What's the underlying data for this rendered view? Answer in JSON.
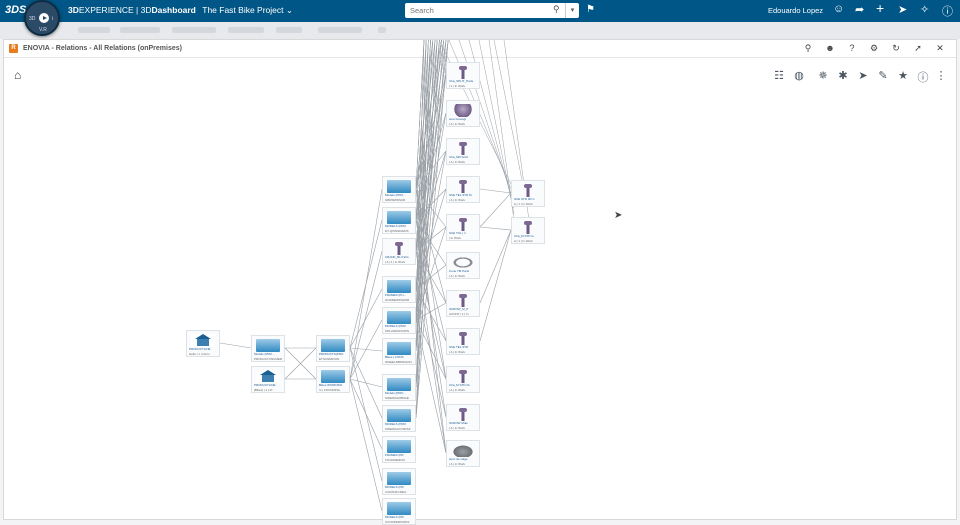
{
  "topbar": {
    "logo": "3DS",
    "brand_bold": "3D",
    "brand_mid": "EXPERIENCE | 3D",
    "brand_app": "Dashboard",
    "project": "The Fast Bike Project",
    "project_caret": "⌄",
    "search_placeholder": "Search",
    "user_name": "Edouardo Lopez",
    "compass_version": "V.R",
    "compass_left": "3D",
    "compass_right": "i"
  },
  "panel": {
    "title": "ENOVIA - Relations - All Relations (onPremises)",
    "app_icon_letter": "R"
  },
  "colors": {
    "topbar": "#005686",
    "accent": "#1c5a92",
    "part": "#6e5a84"
  },
  "graph": {
    "nodes": [
      {
        "id": "n0",
        "kind": "house",
        "label": "PRODUCTLINE",
        "sub": "Hello | 1 | Norm"
      },
      {
        "id": "n1",
        "kind": "db",
        "label": "Models (PRO...",
        "sub": "PRODUCTCNUMER"
      },
      {
        "id": "n2",
        "kind": "house",
        "label": "PRODUCTLINE",
        "sub": "[Bikes] | 1 | Pr"
      },
      {
        "id": "n3",
        "kind": "db",
        "label": "PRODUCTS(PRO",
        "sub": "ETSCNMIOON"
      },
      {
        "id": "n4",
        "kind": "db",
        "label": "Bikes WORKSPA",
        "sub": "rs | FOUNDING"
      },
      {
        "id": "n5",
        "kind": "db",
        "label": "Models (PRO...",
        "sub": "GBDSMINSCR"
      },
      {
        "id": "n6",
        "kind": "db",
        "label": "MODELS (PRO",
        "sub": "DT-QXINNDAIDS"
      },
      {
        "id": "n7",
        "kind": "bolt",
        "label": "CRANK_BL Parts",
        "sub": "| A | 1 | In Work"
      },
      {
        "id": "n8",
        "kind": "db",
        "label": "FRAMES (PU...",
        "sub": "GODREWINGWR"
      },
      {
        "id": "n9",
        "kind": "db",
        "label": "MODELS (PRO",
        "sub": "OPLANDSOOWN"
      },
      {
        "id": "n10",
        "kind": "db",
        "label": "Bikes | CONS",
        "sub": "WHEELSBRIDGON"
      },
      {
        "id": "n11",
        "kind": "db",
        "label": "Models (PRO...",
        "sub": "SIDEWALKBDGE"
      },
      {
        "id": "n12",
        "kind": "db",
        "label": "MODELS (PRO",
        "sub": "SIDEWALKCSRSF"
      },
      {
        "id": "n13",
        "kind": "db",
        "label": "FRAMES (PR",
        "sub": "TOCDREMIXS"
      },
      {
        "id": "n14",
        "kind": "db",
        "label": "MODELS (PR",
        "sub": "CCRANKCDEO"
      },
      {
        "id": "n15",
        "kind": "db",
        "label": "MODELS (PR",
        "sub": "CCONPERSIONS"
      },
      {
        "id": "n16",
        "kind": "bolt",
        "label": "Cha_SPLIT_Parts",
        "sub": "| 1 | In Work"
      },
      {
        "id": "n17",
        "kind": "part",
        "label": "sure boxesgl",
        "sub": "| A | In Work"
      },
      {
        "id": "n18",
        "kind": "bolt",
        "label": "Cha_Mill Sold",
        "sub": "| A | In Work"
      },
      {
        "id": "n19",
        "kind": "bolt",
        "label": "SCE TEL STD M",
        "sub": "| A | In Work"
      },
      {
        "id": "n20",
        "kind": "bolt",
        "label": "SCE TOL | 1",
        "sub": "| In Work"
      },
      {
        "id": "n21",
        "kind": "ring",
        "label": "Cone TM Parts",
        "sub": "| A | In Work"
      },
      {
        "id": "n22",
        "kind": "bolt",
        "label": "SCROW_M_P",
        "sub": "ACONT | 1 | In"
      },
      {
        "id": "n23",
        "kind": "bolt",
        "label": "SCE TEL STD",
        "sub": "| A | In Work"
      },
      {
        "id": "n24",
        "kind": "bolt",
        "label": "Cha_M STD CL",
        "sub": "| A | In Work"
      },
      {
        "id": "n25",
        "kind": "bolt",
        "label": "SCROW Mule",
        "sub": "| A | In Work"
      },
      {
        "id": "n26",
        "kind": "blob",
        "label": "amic de nalge",
        "sub": "| A | In Work"
      },
      {
        "id": "n27",
        "kind": "bolt",
        "label": "SCE STD 3D C",
        "sub": "A | 1 | In Work"
      },
      {
        "id": "n28",
        "kind": "bolt",
        "label": "Cha_M STD G",
        "sub": "A | 1 | In Work"
      }
    ]
  }
}
